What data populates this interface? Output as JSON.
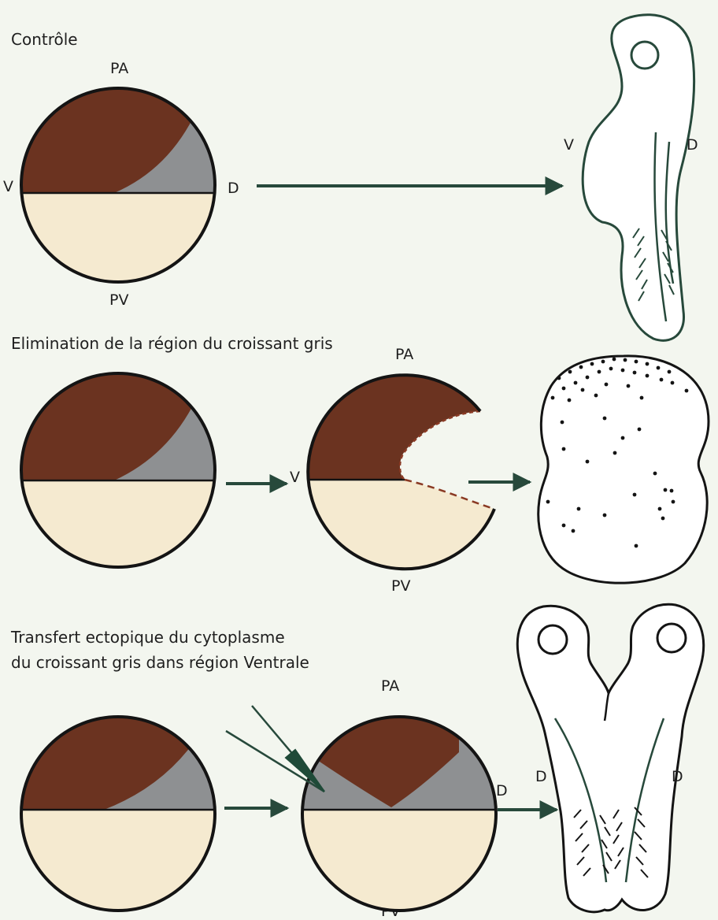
{
  "sections": [
    {
      "title_lines": [
        "Contrôle"
      ],
      "labels": {
        "top": "PA",
        "bottom": "PV",
        "left": "V",
        "right": "D",
        "embryo_left": "V",
        "embryo_right": "D"
      }
    },
    {
      "title_lines": [
        "Elimination de la région du croissant gris"
      ],
      "labels": {
        "top": "PA",
        "bottom": "PV",
        "left": "V"
      }
    },
    {
      "title_lines": [
        "Transfert ectopique du cytoplasme",
        "du croissant gris dans région Ventrale"
      ],
      "labels": {
        "top": "PA",
        "bottom": "PV",
        "right": "D",
        "embryo_left": "D",
        "embryo_right": "D"
      }
    }
  ],
  "colors": {
    "animal": "#6b3320",
    "gray_crescent": "#8e9092",
    "vegetal": "#f5ead0",
    "outline": "#141414",
    "arrow": "#27493b",
    "background": "#f3f6ef"
  },
  "icons": [
    "arrow-right-icon",
    "micropipette-icon"
  ]
}
